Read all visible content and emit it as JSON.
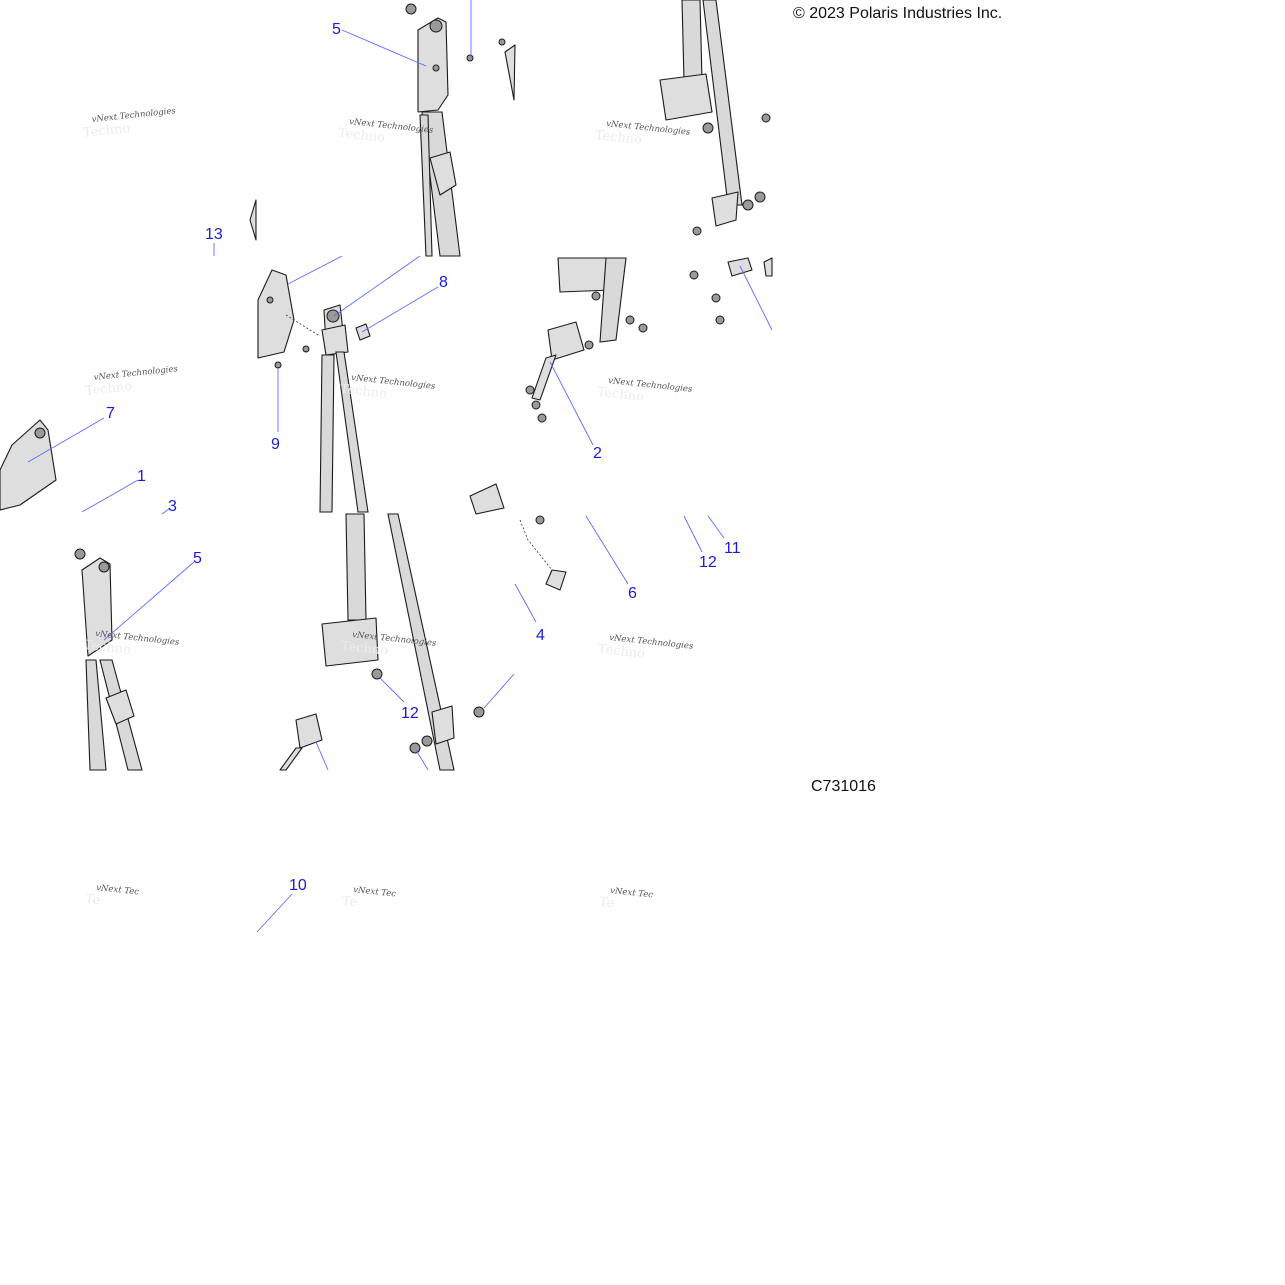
{
  "copyright": "© 2023 Polaris Industries Inc.",
  "figure_id": "C731016",
  "watermark": "vNext Technologies",
  "colors": {
    "callout": "#1a1ad6",
    "leader": "#5a6cff",
    "part": "#dedede"
  },
  "callouts": [
    "5",
    "13",
    "8",
    "9",
    "7",
    "1",
    "3",
    "2",
    "5",
    "4",
    "6",
    "12",
    "11",
    "12",
    "10"
  ]
}
